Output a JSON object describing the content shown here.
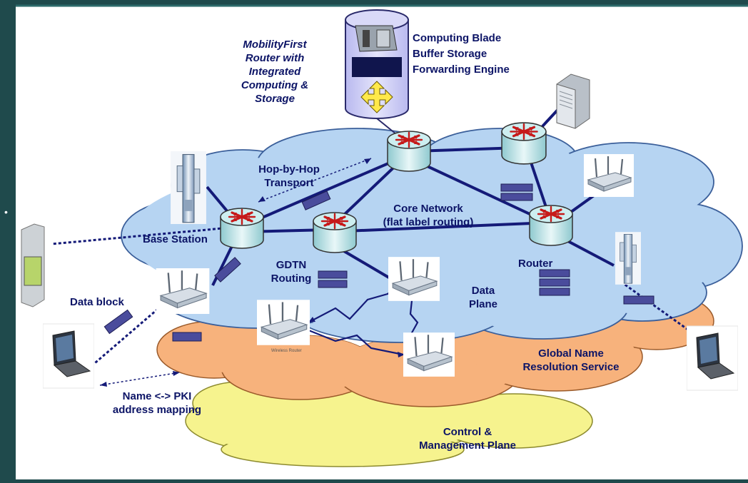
{
  "slide": {
    "bullet": "•"
  },
  "router_callout": {
    "title_lines": [
      "MobilityFirst",
      "Router with",
      "Integrated",
      "Computing  &",
      "Storage"
    ],
    "features": [
      "Computing Blade",
      "Buffer Storage",
      "Forwarding Engine"
    ]
  },
  "labels": {
    "hop_by_hop": [
      "Hop-by-Hop",
      "Transport"
    ],
    "core_network": [
      "Core Network",
      "(flat label routing)"
    ],
    "base_station": "Base Station",
    "gdtn": [
      "GDTN",
      "Routing"
    ],
    "router": "Router",
    "data_plane": [
      "Data",
      "Plane"
    ],
    "data_block": "Data block",
    "name_pki": [
      "Name <-> PKI",
      "address mapping"
    ],
    "gnrs": [
      "Global Name",
      "Resolution Service"
    ],
    "control_plane": [
      "Control &",
      "Management Plane"
    ],
    "ap_caption": "Wireless Router"
  },
  "colors": {
    "background": "#1f4a4c",
    "slide": "#ffffff",
    "data_plane_cloud": "#b6d4f2",
    "gnrs_cloud": "#f7b27c",
    "control_cloud": "#f6f38e",
    "router_body": "#bfe3e6",
    "link": "#141a78",
    "data_block": "#4a4c9c",
    "text": "#0c1466"
  },
  "icons": [
    "router-icon",
    "access-point-icon",
    "base-station-icon",
    "server-icon",
    "laptop-icon",
    "phone-icon",
    "data-block-icon"
  ]
}
